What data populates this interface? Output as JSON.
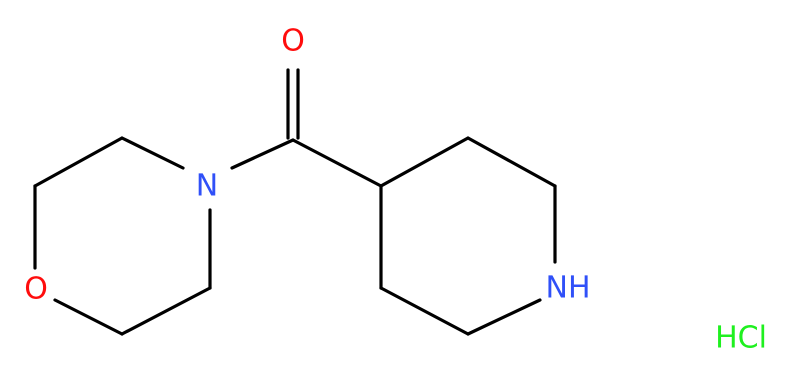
{
  "molecule": {
    "atoms": {
      "carbonyl_oxygen": "O",
      "amide_nitrogen": "N",
      "morpholine_oxygen": "O",
      "piperidine_nh": "NH",
      "salt": "HCl"
    },
    "colors": {
      "bond": "#000000",
      "oxygen": "#ff0d0d",
      "nitrogen": "#3050f8",
      "chlorine": "#1ff01f"
    }
  }
}
